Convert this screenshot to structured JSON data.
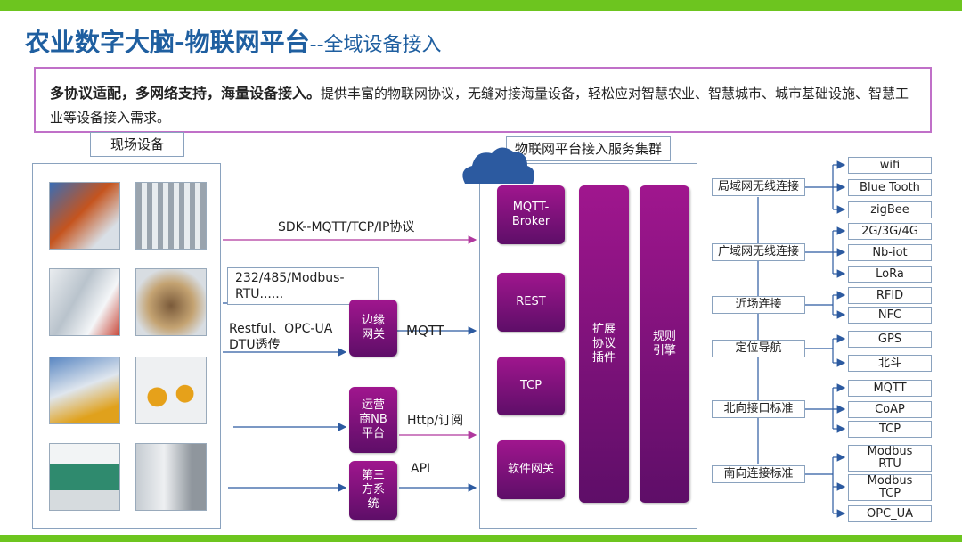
{
  "title": {
    "main": "农业数字大脑-物联网平台",
    "sub": "--全域设备接入"
  },
  "intro": {
    "bold": "多协议适配，多网络支持，海量设备接入。",
    "rest": "提供丰富的物联网协议，无缝对接海量设备，轻松应对智慧农业、智慧城市、城市基础设施、智慧工业等设备接入需求。"
  },
  "field": {
    "label": "现场设备"
  },
  "platform": {
    "label": "物联网平台接入服务集群"
  },
  "flows": {
    "sdk": "SDK--MQTT/TCP/IP协议",
    "modbus": "232/485/Modbus-RTU......",
    "restful": "Restful、OPC-UA DTU透传",
    "mqtt": "MQTT",
    "http": "Http/订阅",
    "api": "API"
  },
  "gateways": {
    "edge": "边缘网关",
    "nb": "运营商NB平台",
    "third": "第三方系统"
  },
  "services": {
    "mqtt_broker": "MQTT-Broker",
    "rest": "REST",
    "tcp": "TCP",
    "soft_gw": "软件网关",
    "plugin": "扩展协议插件",
    "rules": "规则引擎"
  },
  "connections": {
    "lan": {
      "label": "局域网无线连接",
      "items": [
        "wifi",
        "Blue Tooth",
        "zigBee"
      ]
    },
    "wan": {
      "label": "广域网无线连接",
      "items": [
        "2G/3G/4G",
        "Nb-iot",
        "LoRa"
      ]
    },
    "near": {
      "label": "近场连接",
      "items": [
        "RFID",
        "NFC"
      ]
    },
    "nav": {
      "label": "定位导航",
      "items": [
        "GPS",
        "北斗"
      ]
    },
    "north": {
      "label": "北向接口标准",
      "items": [
        "MQTT",
        "CoAP",
        "TCP"
      ]
    },
    "south": {
      "label": "南向连接标准",
      "items": [
        "Modbus RTU",
        "Modbus TCP",
        "OPC_UA"
      ]
    }
  },
  "colors": {
    "accent_green": "#6dc51f",
    "title_blue": "#1f5fa0",
    "box_purple": "#8e1583",
    "intro_border": "#c070c8"
  }
}
